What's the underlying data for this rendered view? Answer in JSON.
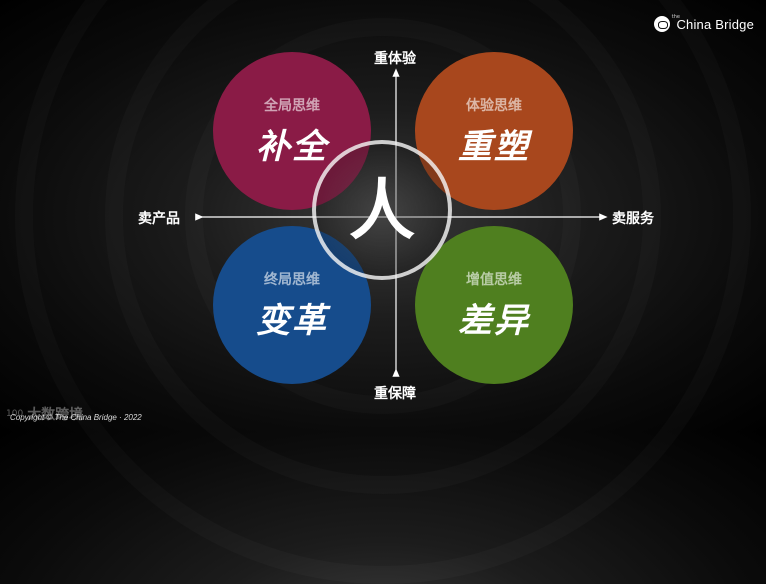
{
  "brand": {
    "small": "the",
    "name": "China Bridge"
  },
  "axes": {
    "top": "重体验",
    "bottom": "重保障",
    "left": "卖产品",
    "right": "卖服务"
  },
  "quadrants": [
    {
      "sub": "全局思维",
      "main": "补全",
      "color": "#8a1b46"
    },
    {
      "sub": "体验思维",
      "main": "重塑",
      "color": "#a8471d"
    },
    {
      "sub": "终局思维",
      "main": "变革",
      "color": "#164c8c"
    },
    {
      "sub": "增值思维",
      "main": "差异",
      "color": "#4f7f1f"
    }
  ],
  "center": "人",
  "footer": {
    "copyright": "Copyright © The China Bridge · 2022",
    "watermark_num": "100",
    "watermark_text": "大数跨境"
  }
}
